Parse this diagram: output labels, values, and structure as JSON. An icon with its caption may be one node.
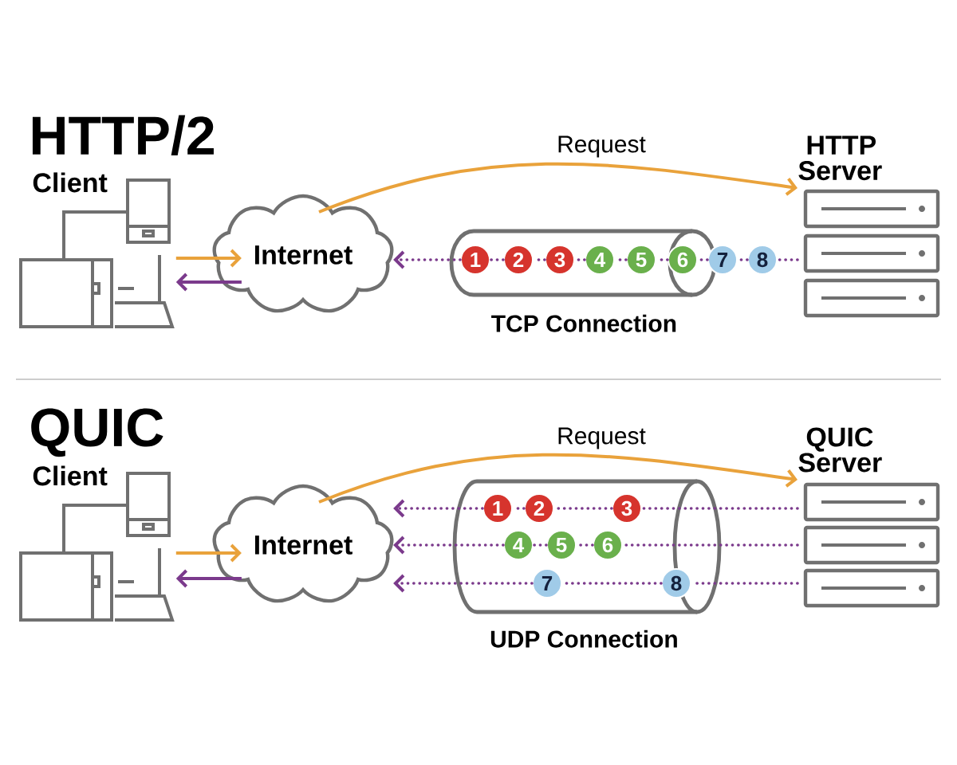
{
  "diagram": {
    "nodes": [
      {
        "text": [
          "Client"
        ]
      },
      {
        "text": [
          "Internet"
        ]
      },
      {
        "text": [
          "TCP Connection"
        ]
      },
      {
        "text": [
          "1"
        ],
        "in": 2
      },
      {
        "text": [
          "2"
        ],
        "in": 2
      },
      {
        "text": [
          "3"
        ],
        "in": 2
      },
      {
        "text": [
          "4"
        ],
        "in": 2
      },
      {
        "text": [
          "5"
        ],
        "in": 2
      },
      {
        "text": [
          "6"
        ],
        "in": 2
      },
      {
        "text": [
          "7"
        ]
      },
      {
        "text": [
          "8"
        ]
      },
      {
        "text": [
          "HTTP Server"
        ]
      },
      {
        "text": [
          "Client"
        ]
      },
      {
        "text": [
          "Internet"
        ]
      },
      {
        "text": [
          "UDP Connection"
        ]
      },
      {
        "text": [
          "1"
        ],
        "in": 14
      },
      {
        "text": [
          "2"
        ],
        "in": 14
      },
      {
        "text": [
          "3"
        ],
        "in": 14
      },
      {
        "text": [
          "4"
        ],
        "in": 14
      },
      {
        "text": [
          "5"
        ],
        "in": 14
      },
      {
        "text": [
          "6"
        ],
        "in": 14
      },
      {
        "text": [
          "7"
        ],
        "in": 14
      },
      {
        "text": [
          "8"
        ],
        "in": 14
      },
      {
        "text": [
          "QUIC Server"
        ]
      }
    ],
    "edges": [
      {
        "from": 0,
        "to": 1,
        "arrow": "to",
        "color": "#e9a23b"
      },
      {
        "from": 1,
        "to": 0,
        "arrow": "to"
      },
      {
        "from": 1,
        "to": 11,
        "arrow": "to",
        "label": "Request",
        "color": "#e9a23b"
      },
      {
        "from": 11,
        "to": 10,
        "arrow": "none",
        "style": "dashed"
      },
      {
        "from": 10,
        "to": 9,
        "arrow": "none",
        "style": "dashed"
      },
      {
        "from": 9,
        "to": 8,
        "arrow": "none",
        "style": "dashed"
      },
      {
        "from": 8,
        "to": 7,
        "arrow": "none",
        "style": "dashed"
      },
      {
        "from": 7,
        "to": 6,
        "arrow": "none",
        "style": "dashed"
      },
      {
        "from": 6,
        "to": 5,
        "arrow": "none",
        "style": "dashed"
      },
      {
        "from": 5,
        "to": 4,
        "arrow": "none",
        "style": "dashed"
      },
      {
        "from": 4,
        "to": 3,
        "arrow": "none",
        "style": "dashed"
      },
      {
        "from": 3,
        "to": 1,
        "arrow": "to",
        "style": "dashed"
      },
      {
        "from": 12,
        "to": 13,
        "arrow": "to",
        "color": "#e9a23b"
      },
      {
        "from": 13,
        "to": 12,
        "arrow": "to"
      },
      {
        "from": 13,
        "to": 23,
        "arrow": "to",
        "label": "Request",
        "color": "#e9a23b"
      },
      {
        "from": 23,
        "to": 17,
        "arrow": "none",
        "style": "dashed"
      },
      {
        "from": 17,
        "to": 16,
        "arrow": "none",
        "style": "dashed"
      },
      {
        "from": 16,
        "to": 15,
        "arrow": "none",
        "style": "dashed"
      },
      {
        "from": 15,
        "to": 13,
        "arrow": "to",
        "style": "dashed"
      },
      {
        "from": 23,
        "to": 20,
        "arrow": "none",
        "style": "dashed"
      },
      {
        "from": 20,
        "to": 19,
        "arrow": "none",
        "style": "dashed"
      },
      {
        "from": 19,
        "to": 18,
        "arrow": "none",
        "style": "dashed"
      },
      {
        "from": 18,
        "to": 13,
        "arrow": "to",
        "style": "dashed"
      },
      {
        "from": 23,
        "to": 22,
        "arrow": "none",
        "style": "dashed"
      },
      {
        "from": 22,
        "to": 21,
        "arrow": "none",
        "style": "dashed"
      },
      {
        "from": 21,
        "to": 13,
        "arrow": "to",
        "style": "dashed"
      }
    ],
    "labels": [
      "HTTP/2",
      "QUIC"
    ]
  }
}
